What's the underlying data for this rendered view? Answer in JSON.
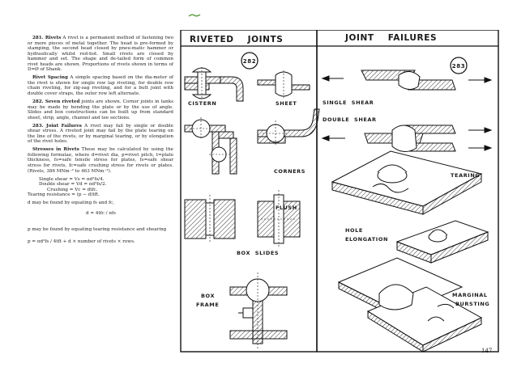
{
  "page_number": "147",
  "sections": {
    "s281": {
      "heading": "281. Rivets",
      "body": "A rivet is a permanent method of fastening two or more pieces of metal together. The head is pre-formed by stamping, the second head closed by pneu-matic hammer or hydraulically whilst red-hot. Small rivets are closed by hammer and set. The shape and de-tailed form of common rivet heads are shown. Proportions of rivets shown in terms of D=Ø of Shank.",
      "spacing_heading": "Rivet Spacing",
      "spacing_body": "A simple spacing based on the dia-meter of the rivet is shown for single row lap riveting, for double row chain riveting, for zig-zag riveting, and for a butt joint with double cover straps, the outer row left alternate."
    },
    "s282": {
      "heading": "282. Seven riveted",
      "body": "joints are shown. Corner joints in tanks may be made by bending the plate or by the use of angle. Slides and box constructions can be built up from standard sheet, strip, angle, channel and tee sections."
    },
    "s283": {
      "heading": "283. Joint Failures",
      "body": "A rivet may fail by single or double shear stress. A riveted joint may fail by the plate tearing on the line of the rivets, or by marginal tearing, or by elongation of the rivet holes.",
      "stresses_heading": "Stresses in Rivets",
      "stresses_body": "These may be calculated by using the following formulae, where d=rivet dia, p=rivet pitch, t=plate thickness, fs=safe tensile stress for plates, fs=safe shear stress for rivets, fc=safe crushing stress for rivets or plates. (Rivets, 386 MNm⁻² to 463 MNm⁻²).",
      "formula_single": "Single shear = Vs = πd²fs/4.",
      "formula_double": "Double shear = Vd = πd²fs/2.",
      "formula_crushing": "Crushing = Vc = dtfc.",
      "formula_tearing": "Tearing resistance = (p − d)tft.",
      "d_line": "d may be found by equating fs and fc,",
      "d_formula": "d = 4tfc / πfs",
      "p_line": "p may be found by equating tearing resistance and shearing",
      "p_formula": "p = πd²fs / 4tft + d × number of rivets × rows."
    }
  },
  "diagram": {
    "title_left": "RIVETED    JOINTS",
    "title_right": "JOINT    FAILURES",
    "badge_282": "282",
    "badge_283": "283",
    "labels": {
      "cistern": "CISTERN",
      "sheet": "SHEET",
      "corners": "CORNERS",
      "flush": "FLUSH",
      "box_slides": "BOX  SLIDES",
      "box_frame": "BOX\nFRAME",
      "box_frame_1": "BOX",
      "box_frame_2": "FRAME",
      "single_shear": "SINGLE  SHEAR",
      "double_shear": "DOUBLE  SHEAR",
      "tearing": "TEARING",
      "hole_elongation_1": "HOLE",
      "hole_elongation_2": "ELONGATION",
      "marginal_1": "MARGINAL",
      "marginal_2": "BURSTING"
    }
  }
}
